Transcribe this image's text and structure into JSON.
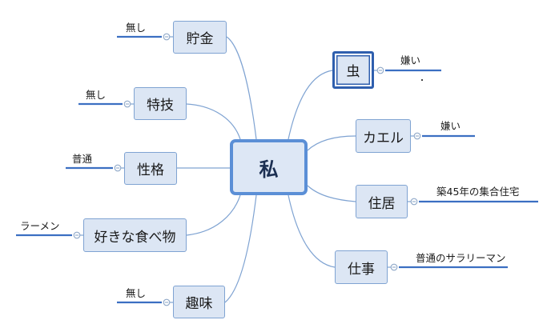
{
  "central": {
    "label": "私"
  },
  "left_branches": [
    {
      "label": "貯金",
      "note": "無し"
    },
    {
      "label": "特技",
      "note": "無し"
    },
    {
      "label": "性格",
      "note": "普通"
    },
    {
      "label": "好きな食べ物",
      "note": "ラーメン"
    },
    {
      "label": "趣味",
      "note": "無し"
    }
  ],
  "right_branches": [
    {
      "label": "虫",
      "note": "嫌い"
    },
    {
      "label": "カエル",
      "note": "嫌い"
    },
    {
      "label": "住居",
      "note": "築45年の集合住宅"
    },
    {
      "label": "仕事",
      "note": "普通のサラリーマン"
    }
  ],
  "colors": {
    "node_fill": "#dce6f4",
    "node_border": "#7fa3d2",
    "central_border": "#5b8fd6",
    "selected_border": "#2f5fae",
    "note_underline": "#3b6fc2"
  }
}
